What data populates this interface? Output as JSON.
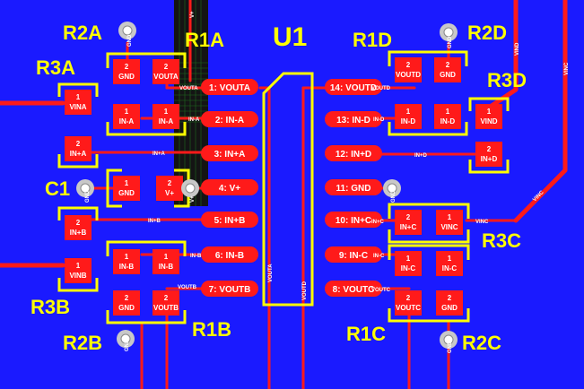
{
  "board": {
    "background_color": "#1a1aff",
    "copper_color": "#ff1a1a",
    "silkscreen_color": "#ffff00",
    "pad_text_color": "#ffffff",
    "via_color": "#c8c8c8"
  },
  "designators": {
    "u1": "U1",
    "r1a": "R1A",
    "r2a": "R2A",
    "r3a": "R3A",
    "r1b": "R1B",
    "r2b": "R2B",
    "r3b": "R3B",
    "r1c": "R1C",
    "r2c": "R2C",
    "r3c": "R3C",
    "r1d": "R1D",
    "r2d": "R2D",
    "r3d": "R3D",
    "c1": "C1"
  },
  "ic_pins": [
    "1: VOUTA",
    "2: IN-A",
    "3: IN+A",
    "4: V+",
    "5: IN+B",
    "6: IN-B",
    "7: VOUTB",
    "14: VOUTD",
    "13: IN-D",
    "12: IN+D",
    "11: GND",
    "10: IN+C",
    "9: IN-C",
    "8: VOUTC"
  ],
  "pads": {
    "r2a_2": {
      "num": "2",
      "net": "GND"
    },
    "r1a_1": {
      "num": "2",
      "net": "VOUTA"
    },
    "r3a_1": {
      "num": "1",
      "net": "VINA"
    },
    "r2a_1": {
      "num": "1",
      "net": "IN-A"
    },
    "r1a_2": {
      "num": "1",
      "net": "IN-A"
    },
    "r3a_2": {
      "num": "2",
      "net": "IN+A"
    },
    "c1_1": {
      "num": "1",
      "net": "GND"
    },
    "c1_2": {
      "num": "2",
      "net": "V+"
    },
    "r3b_2": {
      "num": "2",
      "net": "IN+B"
    },
    "r2b_1": {
      "num": "1",
      "net": "IN-B"
    },
    "r1b_1": {
      "num": "1",
      "net": "IN-B"
    },
    "r3b_1": {
      "num": "1",
      "net": "VINB"
    },
    "r2b_2": {
      "num": "2",
      "net": "GND"
    },
    "r1b_2": {
      "num": "2",
      "net": "VOUTB"
    },
    "r1d_1": {
      "num": "2",
      "net": "VOUTD"
    },
    "r2d_2": {
      "num": "2",
      "net": "GND"
    },
    "r1d_2": {
      "num": "1",
      "net": "IN-D"
    },
    "r2d_1": {
      "num": "1",
      "net": "IN-D"
    },
    "r3d_1": {
      "num": "1",
      "net": "VIND"
    },
    "r3d_2": {
      "num": "2",
      "net": "IN+D"
    },
    "r3c_2": {
      "num": "2",
      "net": "IN+C"
    },
    "r3c_1": {
      "num": "1",
      "net": "VINC"
    },
    "r1c_2": {
      "num": "1",
      "net": "IN-C"
    },
    "r2c_1": {
      "num": "1",
      "net": "IN-C"
    },
    "r1c_1": {
      "num": "2",
      "net": "VOUTC"
    },
    "r2c_2": {
      "num": "2",
      "net": "GND"
    }
  },
  "trace_labels": {
    "vouta_1": "VOUTA",
    "ina_1": "IN-A",
    "inpa": "IN+A",
    "vplus_top": "V+",
    "inpb": "IN+B",
    "inb_1": "IN-B",
    "voutb_1": "VOUTB",
    "voutd_1": "VOUTD",
    "ind_1": "IN-D",
    "inpd": "IN+D",
    "gnd_11": "GND",
    "inpc": "IN+C",
    "inc_1": "IN-C",
    "voutc_1": "VOUTC",
    "vouta_v": "VOUTA",
    "voutd_v": "VOUTD",
    "vind_v": "VIND",
    "vinc_v": "VINC",
    "vinc_h": "VINC",
    "gnd_via": "GND",
    "v_via": "V+"
  },
  "vias": [
    "GND",
    "GND",
    "GND",
    "GND",
    "GND",
    "GND"
  ]
}
